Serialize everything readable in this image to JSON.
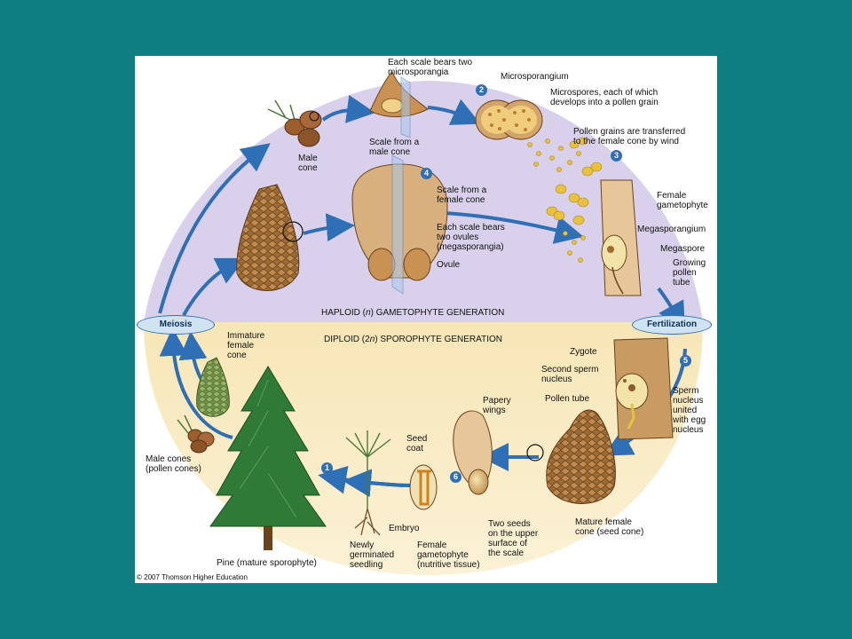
{
  "colors": {
    "background": "#0e7e82",
    "haploid_band": "#d9d0ec",
    "diploid_band": "#f6e2aa",
    "arrow": "#2f6fb5",
    "pollen": "#e9c23d",
    "cone_brown": "#8a5a2b"
  },
  "regions": {
    "haploid": {
      "prefix": "HAPLOID (",
      "italic": "n",
      "suffix": ") GAMETOPHYTE GENERATION"
    },
    "diploid": {
      "prefix": "DIPLOID (2",
      "italic": "n",
      "suffix": ") SPOROPHYTE GENERATION"
    }
  },
  "phases": {
    "meiosis": "Meiosis",
    "fertilization": "Fertilization"
  },
  "steps": [
    "1",
    "2",
    "3",
    "4",
    "5",
    "6"
  ],
  "labels": {
    "each_scale_two_microsporangia": "Each scale bears two\nmicrosporangia",
    "microsporangium": "Microsporangium",
    "microspores": "Microspores, each of which\ndevelops into a pollen grain",
    "pollen_transferred": "Pollen grains are transferred\nto the female cone by wind",
    "male_cone": "Male\ncone",
    "scale_male_cone": "Scale from a\nmale cone",
    "scale_female_cone": "Scale from a\nfemale cone",
    "each_scale_two_ovules": "Each scale bears\ntwo ovules\n(megasporangia)",
    "ovule": "Ovule",
    "female_gametophyte": "Female\ngametophyte",
    "megasporangium": "Megasporangium",
    "megaspore": "Megaspore",
    "growing_pollen_tube": "Growing\npollen\ntube",
    "immature_female_cone": "Immature\nfemale\ncone",
    "zygote": "Zygote",
    "second_sperm_nucleus": "Second sperm\nnucleus",
    "pollen_tube": "Pollen tube",
    "sperm_nucleus_united": "Sperm\nnucleus\nunited\nwith egg\nnucleus",
    "papery_wings": "Papery\nwings",
    "seed_coat": "Seed\ncoat",
    "embryo": "Embryo",
    "male_cones_pollen": "Male cones\n(pollen cones)",
    "newly_germinated_seedling": "Newly\ngerminated\nseedling",
    "female_gametophyte_nutritive": "Female\ngametophyte\n(nutritive tissue)",
    "two_seeds": "Two seeds\non the upper\nsurface of\nthe scale",
    "mature_female_cone": "Mature female\ncone (seed cone)",
    "pine": "Pine (mature sporophyte)"
  },
  "copyright": "© 2007 Thomson Higher Education"
}
